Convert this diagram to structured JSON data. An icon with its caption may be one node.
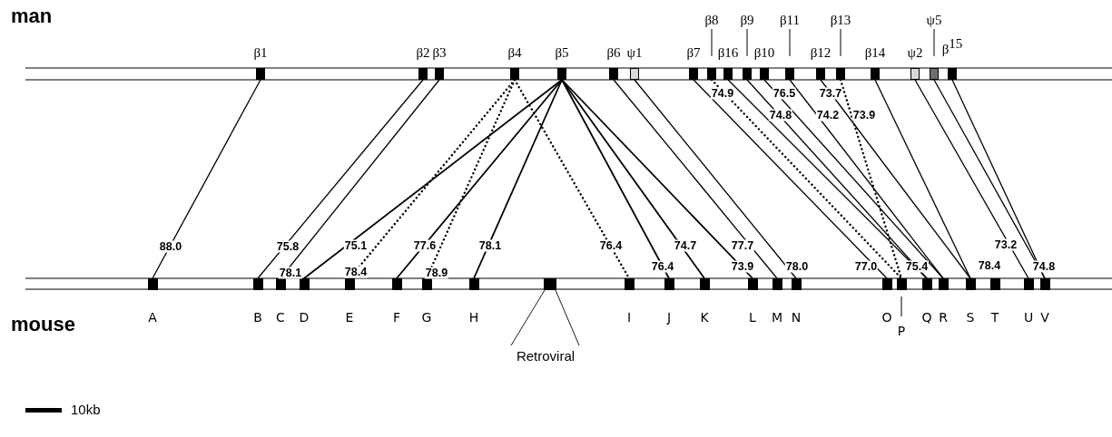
{
  "diagram": {
    "nodes": [
      {
        "text": [
          "β1"
        ]
      },
      {
        "text": [
          "β2"
        ]
      },
      {
        "text": [
          "β3"
        ]
      },
      {
        "text": [
          "β4"
        ]
      },
      {
        "text": [
          "β5"
        ]
      },
      {
        "text": [
          "β6"
        ]
      },
      {
        "text": [
          "ψ1"
        ]
      },
      {
        "text": [
          "β7"
        ]
      },
      {
        "text": [
          "β8"
        ]
      },
      {
        "text": [
          "β16"
        ]
      },
      {
        "text": [
          "β9"
        ]
      },
      {
        "text": [
          "β10"
        ]
      },
      {
        "text": [
          "β11"
        ]
      },
      {
        "text": [
          "β12"
        ]
      },
      {
        "text": [
          "β13"
        ]
      },
      {
        "text": [
          "β14"
        ]
      },
      {
        "text": [
          "ψ2"
        ]
      },
      {
        "text": [
          "ψ5"
        ]
      },
      {
        "text": [
          "β$^{15}$"
        ]
      },
      {
        "text": [
          "A"
        ]
      },
      {
        "text": [
          "B"
        ]
      },
      {
        "text": [
          "C"
        ]
      },
      {
        "text": [
          "D"
        ]
      },
      {
        "text": [
          "E"
        ]
      },
      {
        "text": [
          "F"
        ]
      },
      {
        "text": [
          "G"
        ]
      },
      {
        "text": [
          "H"
        ]
      },
      {
        "text": [],
        "shape": "box"
      },
      {
        "text": [
          "I"
        ]
      },
      {
        "text": [
          "J"
        ]
      },
      {
        "text": [
          "K"
        ]
      },
      {
        "text": [
          "L"
        ]
      },
      {
        "text": [
          "M"
        ]
      },
      {
        "text": [
          "N"
        ]
      },
      {
        "text": [
          "O"
        ]
      },
      {
        "text": [
          "P"
        ]
      },
      {
        "text": [
          "Q"
        ]
      },
      {
        "text": [
          "R"
        ]
      },
      {
        "text": [
          "S"
        ]
      },
      {
        "text": [
          "T"
        ]
      },
      {
        "text": [
          "U"
        ]
      },
      {
        "text": [
          "V"
        ]
      },
      {
        "text": [
          "Retroviral"
        ]
      }
    ],
    "edges": [
      {
        "from": 0,
        "to": 19,
        "arrow": "none",
        "label": "88.0"
      },
      {
        "from": 1,
        "to": 20,
        "arrow": "none",
        "label": "75.8"
      },
      {
        "from": 2,
        "to": 21,
        "arrow": "none",
        "label": "78.1"
      },
      {
        "from": 4,
        "to": 22,
        "arrow": "none",
        "label": "75.1"
      },
      {
        "from": 3,
        "to": 23,
        "arrow": "none",
        "label": "78.4",
        "style": "dashed"
      },
      {
        "from": 4,
        "to": 24,
        "arrow": "none",
        "label": "77.6"
      },
      {
        "from": 3,
        "to": 25,
        "arrow": "none",
        "label": "78.9",
        "style": "dashed"
      },
      {
        "from": 4,
        "to": 26,
        "arrow": "none",
        "label": "78.1"
      },
      {
        "from": 3,
        "to": 28,
        "arrow": "none",
        "label": "76.4",
        "style": "dashed"
      },
      {
        "from": 4,
        "to": 29,
        "arrow": "none",
        "label": "76.4"
      },
      {
        "from": 4,
        "to": 30,
        "arrow": "none",
        "label": "74.7"
      },
      {
        "from": 4,
        "to": 31,
        "arrow": "none",
        "label": "73.9"
      },
      {
        "from": 5,
        "to": 32,
        "arrow": "none",
        "label": "77.7"
      },
      {
        "from": 6,
        "to": 33,
        "arrow": "none",
        "label": "78.0"
      },
      {
        "from": 7,
        "to": 34,
        "arrow": "none",
        "label": "77.0"
      },
      {
        "from": 8,
        "to": 35,
        "arrow": "none",
        "label": "74.9",
        "style": "dashed"
      },
      {
        "from": 9,
        "to": 36,
        "arrow": "none",
        "label": "74.8"
      },
      {
        "from": 10,
        "to": 36,
        "arrow": "none",
        "label": "75.4"
      },
      {
        "from": 11,
        "to": 37,
        "arrow": "none",
        "label": "76.5"
      },
      {
        "from": 12,
        "to": 37,
        "arrow": "none",
        "label": "74.2"
      },
      {
        "from": 13,
        "to": 38,
        "arrow": "none",
        "label": "73.9"
      },
      {
        "from": 14,
        "to": 35,
        "arrow": "none",
        "label": "73.7",
        "style": "dashed"
      },
      {
        "from": 15,
        "to": 38,
        "arrow": "none",
        "label": "78.4"
      },
      {
        "from": 16,
        "to": 40,
        "arrow": "none",
        "label": "73.2"
      },
      {
        "from": 17,
        "to": 41,
        "arrow": "none"
      },
      {
        "from": 18,
        "to": 41,
        "arrow": "none",
        "label": "74.8"
      },
      {
        "from": 27,
        "to": 42,
        "arrow": "none"
      },
      {
        "from": 27,
        "to": 42,
        "arrow": "none"
      }
    ],
    "labels": [
      "man",
      "mouse",
      "10kb"
    ]
  }
}
